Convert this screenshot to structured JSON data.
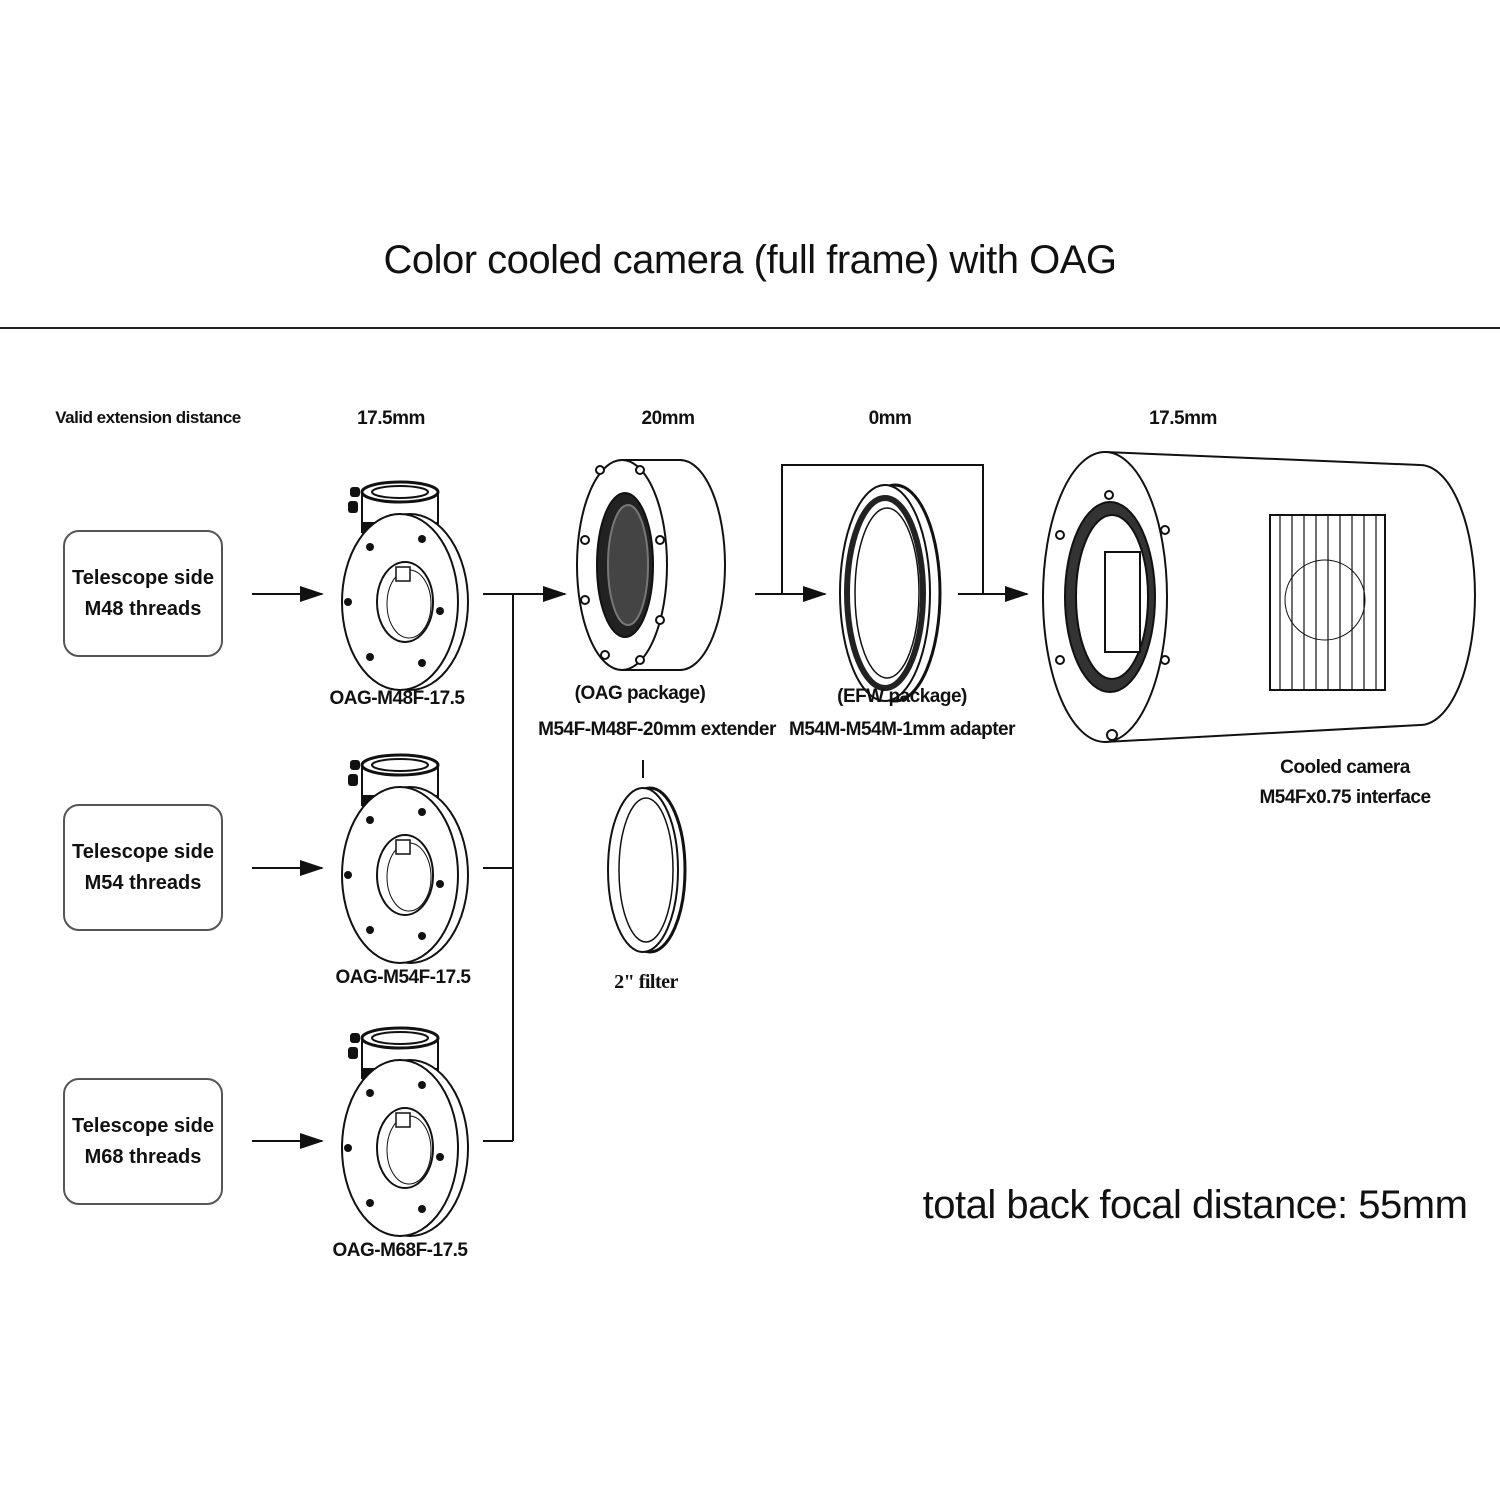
{
  "title": "Color cooled camera (full frame) with OAG",
  "header": {
    "valid_extension": "Valid extension distance",
    "d1": "17.5mm",
    "d2": "20mm",
    "d3": "0mm",
    "d4": "17.5mm"
  },
  "telescope_sides": [
    {
      "line1": "Telescope side",
      "line2": "M48 threads"
    },
    {
      "line1": "Telescope side",
      "line2": "M54 threads"
    },
    {
      "line1": "Telescope side",
      "line2": "M68 threads"
    }
  ],
  "oags": [
    "OAG-M48F-17.5",
    "OAG-M54F-17.5",
    "OAG-M68F-17.5"
  ],
  "extender": {
    "line1": "(OAG package)",
    "line2": "M54F-M48F-20mm extender"
  },
  "adapter": {
    "line1": "(EFW package)",
    "line2": "M54M-M54M-1mm adapter"
  },
  "camera": {
    "line1": "Cooled camera",
    "line2": "M54Fx0.75 interface"
  },
  "filter": "2\" filter",
  "total": "total back focal distance: 55mm"
}
